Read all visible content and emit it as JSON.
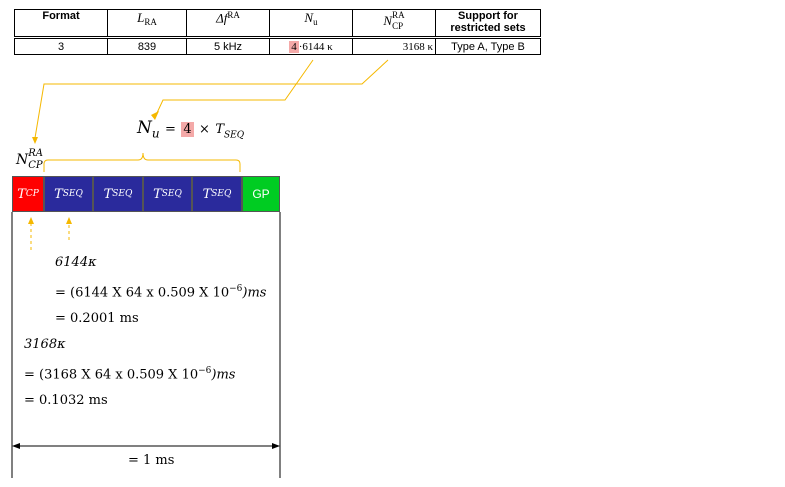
{
  "table": {
    "headers": [
      "Format",
      "L",
      "RA",
      "Δf",
      "RA",
      "N",
      "u",
      "N",
      "RA",
      "CP",
      "Support for restricted sets"
    ],
    "row": {
      "format": "3",
      "l_ra": "839",
      "delta_f": "5 kHz",
      "nu_mult": "4",
      "nu_rest": "·6144 κ",
      "ncp": "3168 κ",
      "support": "Type A, Type B"
    }
  },
  "equation": {
    "lhs": "N",
    "lhs_sub": "u",
    "eq": "=",
    "mult": "4",
    "rest": "×",
    "t": "T",
    "t_sub": "SEQ"
  },
  "ncp_label": {
    "n": "N",
    "sup": "RA",
    "sub": "CP"
  },
  "blocks": {
    "tcp": "T",
    "tcp_sub": "CP",
    "tseq": "T",
    "tseq_sub": "SEQ",
    "gp": "GP"
  },
  "calc_seq": {
    "line1": "6144κ",
    "line2": "= (6144 X 64 x 0.509 X 10",
    "exp": "−6",
    "unit": ")ms",
    "line3": "= 0.2001 ms"
  },
  "calc_cp": {
    "line1": "3168κ",
    "line2": "= (3168 X 64 x 0.509 X 10",
    "exp": "−6",
    "unit": ")ms",
    "line3": "= 0.1032 ms"
  },
  "total": "= 1 ms",
  "colors": {
    "cp": "#ff0000",
    "seq": "#2a2a9c",
    "gp": "#00cc22",
    "arrow": "#f5b800",
    "highlight": "#f4a9a8"
  }
}
